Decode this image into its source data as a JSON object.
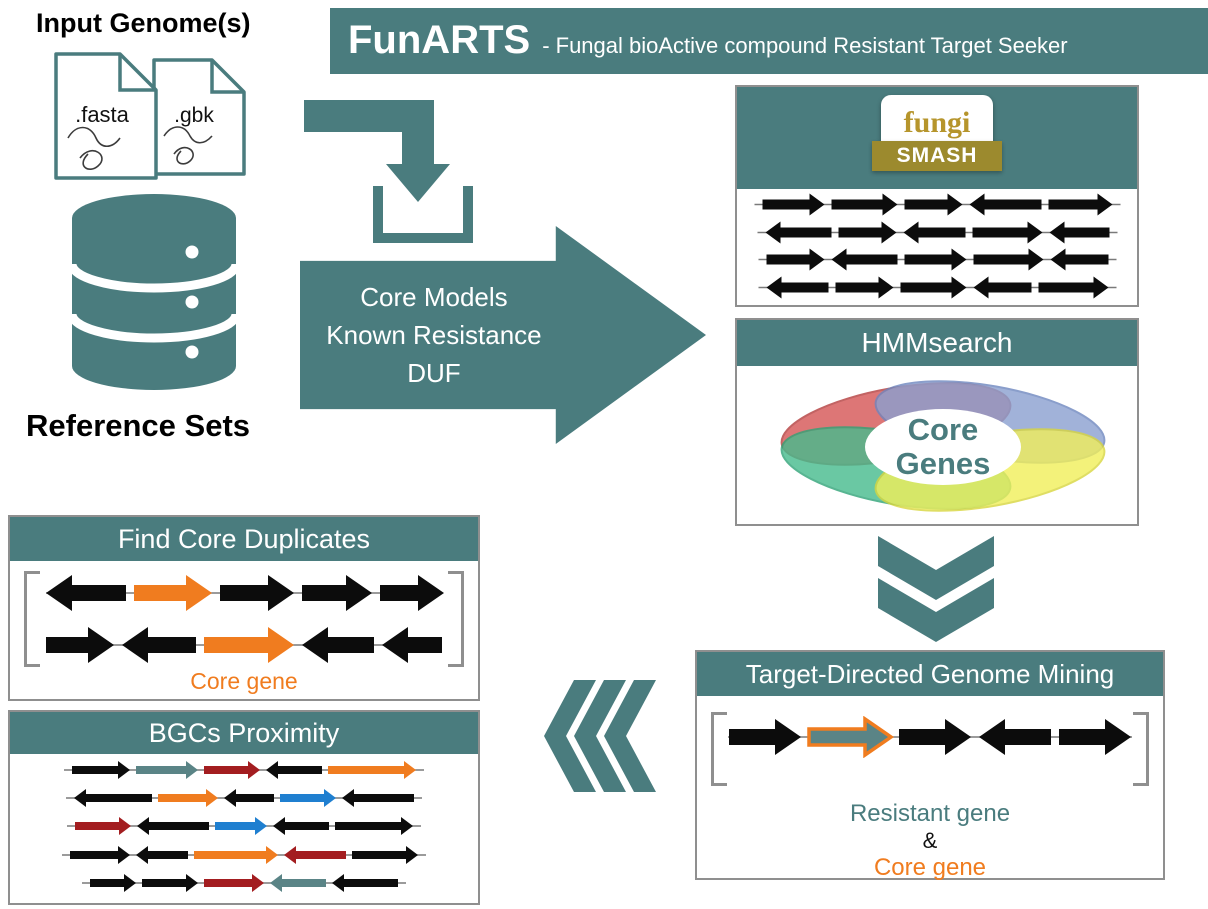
{
  "colors": {
    "teal": "#4a7c7e",
    "orange": "#f07c1f",
    "dark_red": "#a31d20",
    "blue": "#1f7fd0",
    "gray_teal": "#5a8486",
    "arrow_black": "#0c0c0c",
    "venn_red": "#d85f5f",
    "venn_blue": "#8aa0d0",
    "venn_green": "#46bb8d",
    "venn_yellow": "#f1ef5a",
    "smash_gold": "#9c8a2e"
  },
  "header": {
    "title": "FunARTS",
    "subtitle": "- Fungal bioActive compound Resistant Target Seeker"
  },
  "input_section": {
    "label": "Input Genome(s)",
    "files": [
      {
        "name": ".fasta"
      },
      {
        "name": ".gbk"
      }
    ],
    "reference_label": "Reference Sets"
  },
  "core_models_arrow": {
    "lines": [
      "Core Models",
      "Known Resistance",
      "DUF"
    ]
  },
  "fungismash": {
    "logo_top": "fungi",
    "logo_banner": "SMASH",
    "gene_rows": [
      [
        {
          "d": "r",
          "c": "black",
          "w": 62
        },
        {
          "d": "r",
          "c": "black",
          "w": 66
        },
        {
          "d": "r",
          "c": "black",
          "w": 58
        },
        {
          "d": "l",
          "c": "black",
          "w": 72
        },
        {
          "d": "r",
          "c": "black",
          "w": 64
        }
      ],
      [
        {
          "d": "l",
          "c": "black",
          "w": 66
        },
        {
          "d": "r",
          "c": "black",
          "w": 58
        },
        {
          "d": "l",
          "c": "black",
          "w": 62
        },
        {
          "d": "r",
          "c": "black",
          "w": 70
        },
        {
          "d": "l",
          "c": "black",
          "w": 60
        }
      ],
      [
        {
          "d": "r",
          "c": "black",
          "w": 58
        },
        {
          "d": "l",
          "c": "black",
          "w": 66
        },
        {
          "d": "r",
          "c": "black",
          "w": 62
        },
        {
          "d": "r",
          "c": "black",
          "w": 70
        },
        {
          "d": "l",
          "c": "black",
          "w": 58
        }
      ],
      [
        {
          "d": "l",
          "c": "black",
          "w": 62
        },
        {
          "d": "r",
          "c": "black",
          "w": 58
        },
        {
          "d": "r",
          "c": "black",
          "w": 66
        },
        {
          "d": "l",
          "c": "black",
          "w": 58
        },
        {
          "d": "r",
          "c": "black",
          "w": 70
        }
      ]
    ]
  },
  "hmmsearch": {
    "title": "HMMsearch",
    "center": [
      "Core",
      "Genes"
    ]
  },
  "target_mining": {
    "title": "Target-Directed Genome Mining",
    "gene_rows": [
      [
        {
          "d": "r",
          "c": "black",
          "w": 72
        },
        {
          "d": "r",
          "c": "teal",
          "s": "orange",
          "w": 82
        },
        {
          "d": "r",
          "c": "black",
          "w": 72
        },
        {
          "d": "l",
          "c": "black",
          "w": 72
        },
        {
          "d": "r",
          "c": "black",
          "w": 72
        }
      ]
    ],
    "legend_resistant": "Resistant gene",
    "legend_amp": "&",
    "legend_core": "Core gene"
  },
  "find_duplicates": {
    "title": "Find Core Duplicates",
    "gene_rows": [
      [
        {
          "d": "l",
          "c": "black",
          "w": 80
        },
        {
          "d": "r",
          "c": "orange",
          "w": 78
        },
        {
          "d": "r",
          "c": "black",
          "w": 74
        },
        {
          "d": "r",
          "c": "black",
          "w": 70
        },
        {
          "d": "r",
          "c": "black",
          "w": 64
        }
      ],
      [
        {
          "d": "r",
          "c": "black",
          "w": 68
        },
        {
          "d": "l",
          "c": "black",
          "w": 74
        },
        {
          "d": "r",
          "c": "orange",
          "w": 90
        },
        {
          "d": "l",
          "c": "black",
          "w": 72
        },
        {
          "d": "l",
          "c": "black",
          "w": 60
        }
      ]
    ],
    "legend_core": "Core gene"
  },
  "bgcs_proximity": {
    "title": "BGCs Proximity",
    "gene_rows": [
      [
        {
          "d": "r",
          "c": "black",
          "w": 58
        },
        {
          "d": "r",
          "c": "teal",
          "w": 62
        },
        {
          "d": "r",
          "c": "red",
          "w": 56
        },
        {
          "d": "l",
          "c": "black",
          "w": 56
        },
        {
          "d": "r",
          "c": "orange",
          "w": 88
        }
      ],
      [
        {
          "d": "l",
          "c": "black",
          "w": 78
        },
        {
          "d": "r",
          "c": "orange",
          "w": 60
        },
        {
          "d": "l",
          "c": "black",
          "w": 50
        },
        {
          "d": "r",
          "c": "blue",
          "w": 56
        },
        {
          "d": "l",
          "c": "black",
          "w": 72
        }
      ],
      [
        {
          "d": "r",
          "c": "red",
          "w": 56
        },
        {
          "d": "l",
          "c": "black",
          "w": 72
        },
        {
          "d": "r",
          "c": "blue",
          "w": 52
        },
        {
          "d": "l",
          "c": "black",
          "w": 56
        },
        {
          "d": "r",
          "c": "black",
          "w": 78
        }
      ],
      [
        {
          "d": "r",
          "c": "black",
          "w": 60
        },
        {
          "d": "l",
          "c": "black",
          "w": 52
        },
        {
          "d": "r",
          "c": "orange",
          "w": 84
        },
        {
          "d": "l",
          "c": "red",
          "w": 62
        },
        {
          "d": "r",
          "c": "black",
          "w": 66
        }
      ],
      [
        {
          "d": "r",
          "c": "black",
          "w": 46
        },
        {
          "d": "r",
          "c": "black",
          "w": 56
        },
        {
          "d": "r",
          "c": "red",
          "w": 60
        },
        {
          "d": "l",
          "c": "teal",
          "w": 56
        },
        {
          "d": "l",
          "c": "black",
          "w": 66
        }
      ]
    ]
  }
}
